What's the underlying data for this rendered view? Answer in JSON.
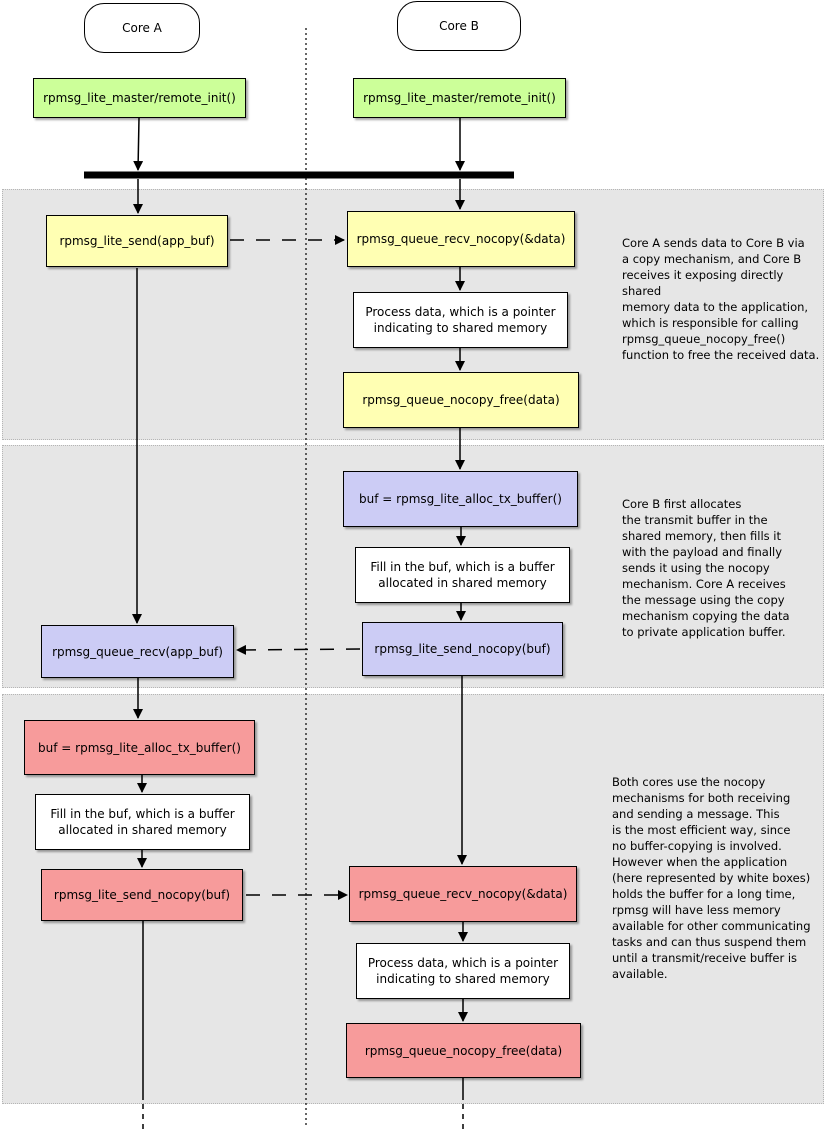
{
  "lanes": {
    "core_a": "Core A",
    "core_b": "Core B"
  },
  "init": {
    "a": "rpmsg_lite_master/remote_init()",
    "b": "rpmsg_lite_master/remote_init()"
  },
  "section1": {
    "a_send": "rpmsg_lite_send(app_buf)",
    "b_recv": "rpmsg_queue_recv_nocopy(&data)",
    "b_process": "Process data, which is a pointer\nindicating to shared memory",
    "b_free": "rpmsg_queue_nocopy_free(data)",
    "note": "Core A sends data to Core B via\na copy mechanism, and Core B\nreceives it exposing directly shared\nmemory data to the application,\nwhich is responsible for calling\nrpmsg_queue_nocopy_free()\nfunction to free the received data."
  },
  "section2": {
    "b_alloc": "buf = rpmsg_lite_alloc_tx_buffer()",
    "b_fill": "Fill in the buf, which is a buffer\nallocated in shared memory",
    "b_send": "rpmsg_lite_send_nocopy(buf)",
    "a_recv": "rpmsg_queue_recv(app_buf)",
    "note": "Core B first allocates\nthe transmit buffer in the\nshared memory, then fills it\nwith the payload and finally\nsends it using the nocopy\nmechanism. Core A receives\nthe message using the copy\nmechanism copying the data\nto private application buffer."
  },
  "section3": {
    "a_alloc": "buf = rpmsg_lite_alloc_tx_buffer()",
    "a_fill": "Fill in the buf, which is a buffer\nallocated in shared memory",
    "a_send": "rpmsg_lite_send_nocopy(buf)",
    "b_recv": "rpmsg_queue_recv_nocopy(&data)",
    "b_process": "Process data, which is a pointer\nindicating to shared memory",
    "b_free": "rpmsg_queue_nocopy_free(data)",
    "note": "Both cores use the nocopy\nmechanisms for both receiving\nand sending a message. This\nis the most efficient way, since\nno buffer-copying is involved.\nHowever when the application\n(here represented by white boxes)\nholds the buffer for a long time,\nrpmsg will have less memory\navailable for other communicating\ntasks and can thus suspend them\nuntil a transmit/receive buffer is\navailable."
  },
  "colors": {
    "green": "#ccff99",
    "yellow": "#ffffb3",
    "purple": "#ccccf5",
    "red": "#f79b9b",
    "band": "#e6e6e6"
  }
}
